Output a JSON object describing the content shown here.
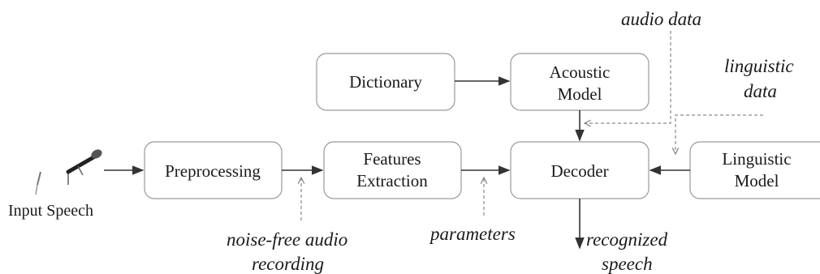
{
  "diagram": {
    "nodes": {
      "preprocessing": {
        "label": "Preprocessing"
      },
      "features": {
        "line1": "Features",
        "line2": "Extraction"
      },
      "decoder": {
        "label": "Decoder"
      },
      "dictionary": {
        "label": "Dictionary"
      },
      "acoustic": {
        "line1": "Acoustic",
        "line2": "Model"
      },
      "linguistic": {
        "line1": "Linguistic",
        "line2": "Model"
      }
    },
    "input_label": "Input Speech",
    "annotations": {
      "audio_data": "audio data",
      "linguistic_data_1": "linguistic",
      "linguistic_data_2": "data",
      "noise_free_1": "noise-free audio",
      "noise_free_2": "recording",
      "parameters": "parameters",
      "recognized_1": "recognized",
      "recognized_2": "speech"
    },
    "icons": {
      "input": "microphone-icon"
    }
  }
}
